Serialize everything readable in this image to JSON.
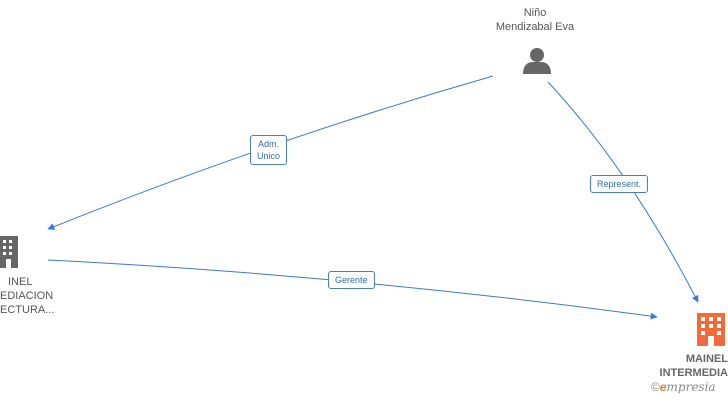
{
  "nodes": {
    "person": {
      "name_line1": "Niño",
      "name_line2": "Mendizabal Eva",
      "icon": "person-icon",
      "color": "#666666"
    },
    "company_left": {
      "name_line1": "INEL",
      "name_line2": "EDIACION",
      "name_line3": "ECTURA...",
      "icon": "building-icon",
      "color": "#666666"
    },
    "company_right": {
      "name_line1": "MAINEL",
      "name_line2": "INTERMEDIA",
      "icon": "building-icon",
      "color": "#f26b3a"
    }
  },
  "edges": {
    "adm_unico": {
      "line1": "Adm.",
      "line2": "Unico"
    },
    "represent": {
      "label": "Represent."
    },
    "gerente": {
      "label": "Gerente"
    }
  },
  "edge_color": "#3d7acb",
  "watermark": {
    "symbol": "©",
    "mark": "e",
    "brand": "mpresia"
  }
}
